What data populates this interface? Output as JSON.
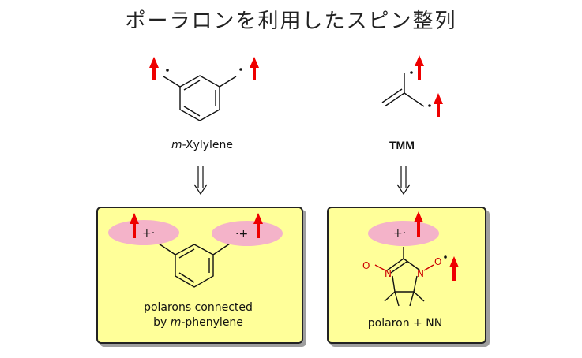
{
  "title": "ポーラロンを利用したスピン整列",
  "top_left": {
    "label_prefix": "m",
    "label_suffix": "-Xylylene"
  },
  "top_right": {
    "label": "TMM"
  },
  "bottom_left": {
    "line1": "polarons connected",
    "line2_prefix": "by ",
    "line2_italic": "m",
    "line2_suffix": "-phenylene",
    "polaron_left": "+·",
    "polaron_right": "·+"
  },
  "bottom_right": {
    "label": "polaron + NN",
    "polaron": "+·",
    "atom_O_left": "O",
    "atom_N_left": "N",
    "atom_N_right": "N",
    "atom_O_right": "O"
  },
  "colors": {
    "arrow": "#ee0000",
    "polaron_fill": "#f4b3c9",
    "box_fill": "#ffff99",
    "nitroxide": "#cc0000"
  }
}
